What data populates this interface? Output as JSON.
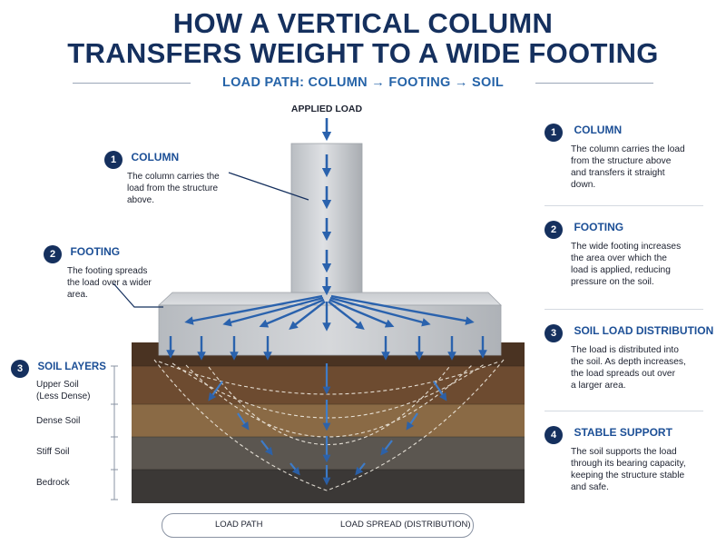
{
  "title_line1": "HOW A VERTICAL COLUMN",
  "title_line2": "TRANSFERS WEIGHT TO A WIDE FOOTING",
  "subtitle": "LOAD PATH: COLUMN → FOOTING → SOIL",
  "applied_load": "APPLIED LOAD",
  "callouts": {
    "column": {
      "number": "1",
      "heading": "COLUMN",
      "text": [
        "The column carries the",
        "load from the structure",
        "above."
      ]
    },
    "footing": {
      "number": "2",
      "heading": "FOOTING",
      "text": [
        "The footing spreads",
        "the load over a wider",
        "area."
      ]
    },
    "soil": {
      "number": "3",
      "heading": "SOIL LAYERS"
    }
  },
  "soil_layers": [
    {
      "label": "Upper Soil\n(Less Dense)"
    },
    {
      "label": "Dense Soil"
    },
    {
      "label": "Stiff Soil"
    },
    {
      "label": "Bedrock"
    }
  ],
  "right_panel": [
    {
      "number": "1",
      "heading": "COLUMN",
      "text": [
        "The column carries the load",
        "from the structure above",
        "and transfers it straight",
        "down."
      ]
    },
    {
      "number": "2",
      "heading": "FOOTING",
      "text": [
        "The wide footing increases",
        "the area over which the",
        "load is applied, reducing",
        "pressure on the soil."
      ]
    },
    {
      "number": "3",
      "heading": "SOIL LOAD DISTRIBUTION",
      "text": [
        "The load is distributed into",
        "the soil. As depth increases,",
        "the load spreads out over",
        "a larger area."
      ]
    },
    {
      "number": "4",
      "heading": "STABLE SUPPORT",
      "text": [
        "The soil supports the load",
        "through its bearing capacity,",
        "keeping the structure stable",
        "and safe."
      ]
    }
  ],
  "legend": {
    "load_path": "LOAD PATH",
    "load_spread": "LOAD SPREAD (DISTRIBUTION)"
  },
  "colors": {
    "navy": "#15305e",
    "accent_blue": "#2563a8",
    "arrow_blue": "#2a62ad"
  }
}
